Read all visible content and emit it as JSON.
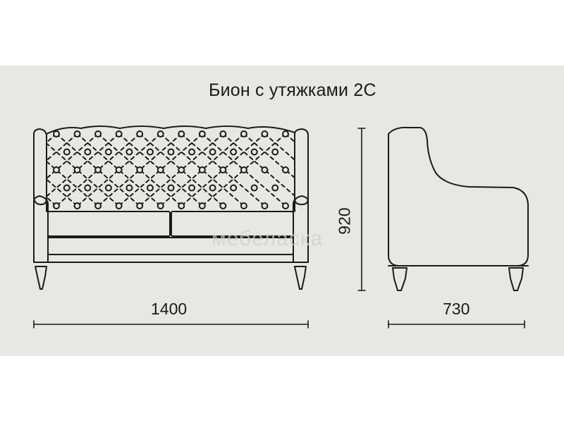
{
  "title": "Бион с утяжками 2С",
  "dimensions": {
    "width": "1400",
    "depth": "730",
    "height": "920"
  },
  "watermark": "мебеласка",
  "colors": {
    "background_band": "#e9e7e3",
    "line": "#1a1a1a",
    "watermark": "#cfcfcf"
  }
}
